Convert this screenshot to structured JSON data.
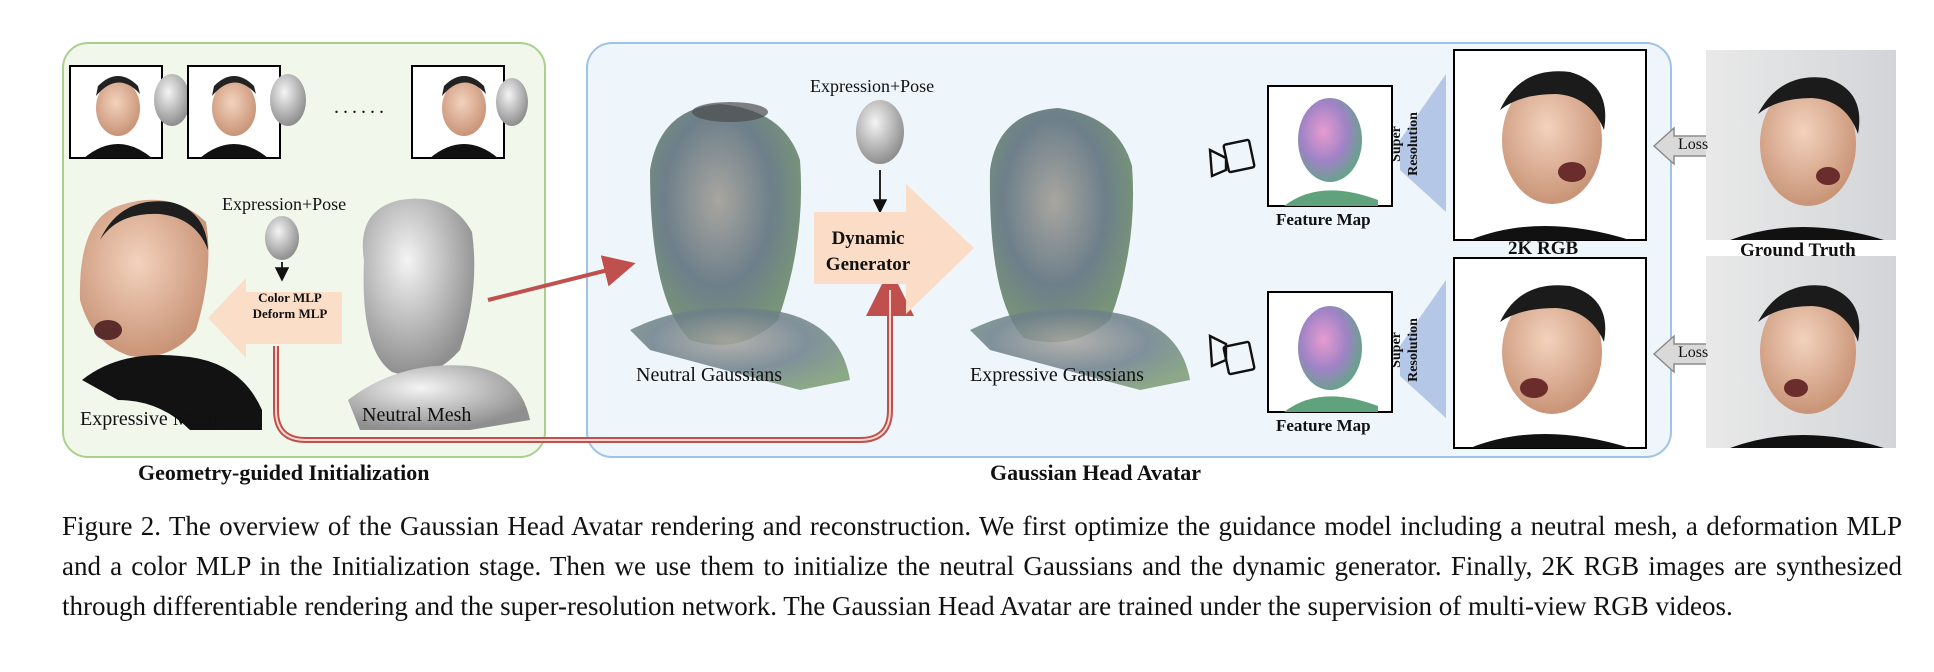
{
  "figure": {
    "sections": {
      "init_title": "Geometry-guided Initialization",
      "gha_title": "Gaussian Head Avatar"
    },
    "init_panel": {
      "ellipsis": "......",
      "expression_pose": "Expression+Pose",
      "mlp_line1": "Color MLP",
      "mlp_line2": "Deform MLP",
      "expressive_mesh": "Expressive Mesh",
      "neutral_mesh": "Neutral Mesh"
    },
    "gha_panel": {
      "expression_pose": "Expression+Pose",
      "generator_line1": "Dynamic",
      "generator_line2": "Generator",
      "neutral_gaussians": "Neutral Gaussians",
      "expressive_gaussians": "Expressive Gaussians",
      "feature_map_top": "Feature Map",
      "feature_map_bottom": "Feature Map",
      "sr_line1": "Super",
      "sr_line2": "Resolution",
      "rgb_2k": "2K RGB"
    },
    "right": {
      "loss_top": "Loss",
      "loss_bottom": "Loss",
      "ground_truth": "Ground Truth"
    },
    "caption": "Figure 2.  The overview of the Gaussian Head Avatar rendering and reconstruction.  We first optimize the guidance model including a neutral mesh, a deformation MLP and a color MLP in the Initialization stage.  Then we use them to initialize the neutral Gaussians and the dynamic generator.  Finally, 2K RGB images are synthesized through differentiable rendering and the super-resolution network.  The Gaussian Head Avatar are trained under the supervision of multi-view RGB videos."
  }
}
